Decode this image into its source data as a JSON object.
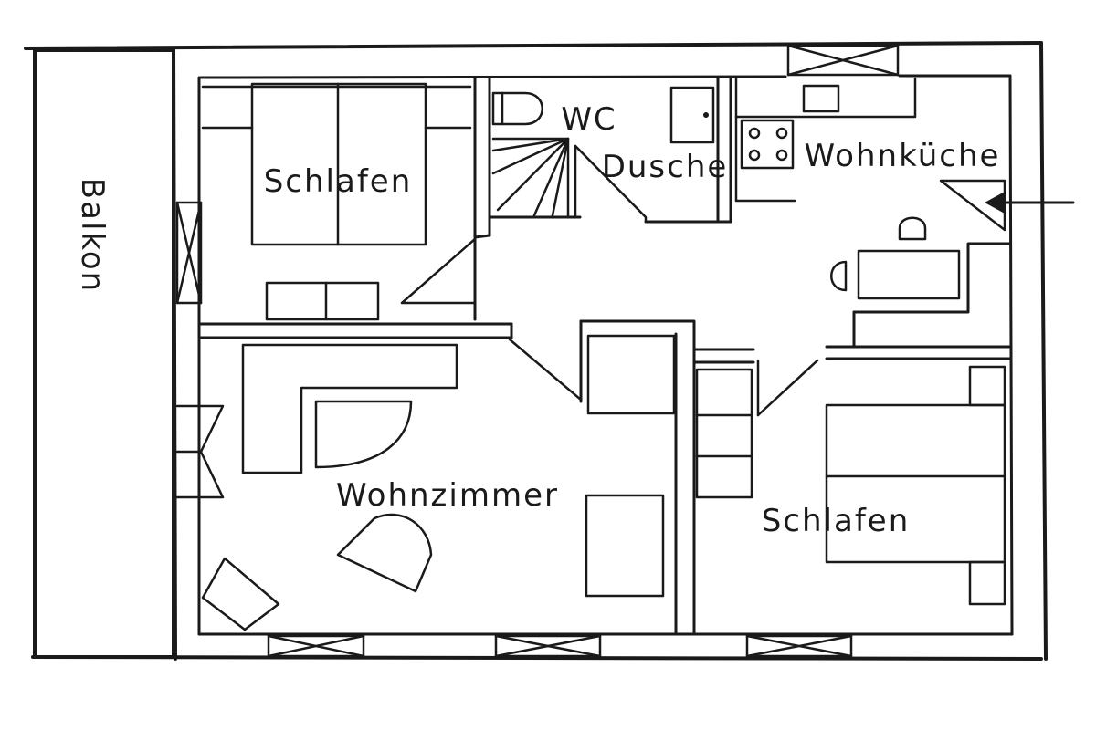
{
  "rooms": {
    "balcony": "Balkon",
    "bedroom_top": "Schlafen",
    "wc": "WC",
    "shower": "Dusche",
    "kitchen": "Wohnküche",
    "living": "Wohnzimmer",
    "bedroom_right": "Schlafen"
  },
  "colors": {
    "ink": "#1a1a1a",
    "paper": "#ffffff"
  }
}
